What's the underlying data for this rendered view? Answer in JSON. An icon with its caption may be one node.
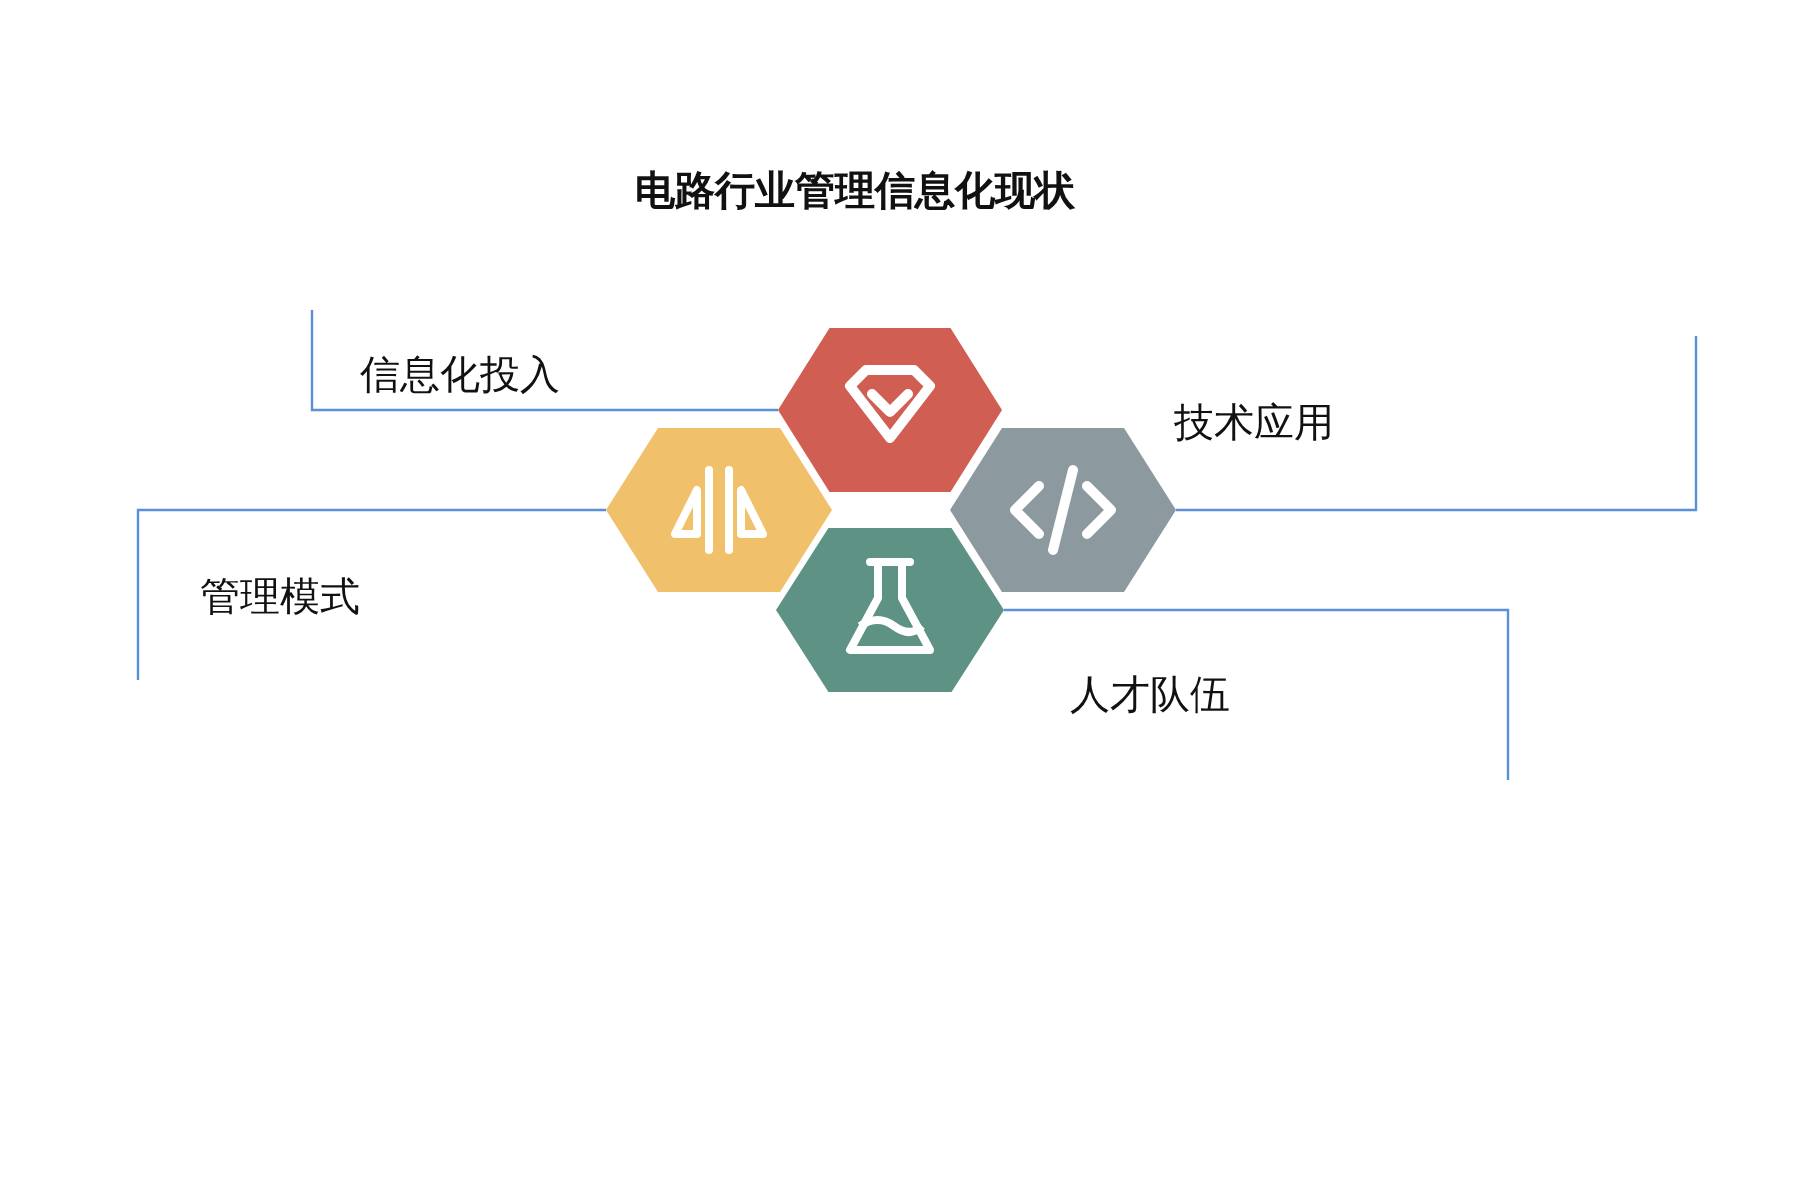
{
  "diagram": {
    "title": "电路行业管理信息化现状",
    "nodes": [
      {
        "text": [
          "信息化投入"
        ]
      },
      {
        "text": [
          "管理模式"
        ]
      },
      {
        "text": [],
        "shape": "hexagon"
      },
      {
        "text": [],
        "shape": "hexagon"
      },
      {
        "text": [],
        "shape": "hexagon"
      },
      {
        "text": [],
        "shape": "hexagon"
      }
    ],
    "edges": [
      {
        "from": 0,
        "to": 2,
        "arrow": "none"
      },
      {
        "from": 1,
        "to": 3,
        "arrow": "none"
      },
      {
        "from": null,
        "to": 4,
        "arrow": "none"
      },
      {
        "from": null,
        "to": 5,
        "arrow": "none"
      }
    ],
    "labels": [
      "技术应用",
      "人才队伍"
    ]
  }
}
